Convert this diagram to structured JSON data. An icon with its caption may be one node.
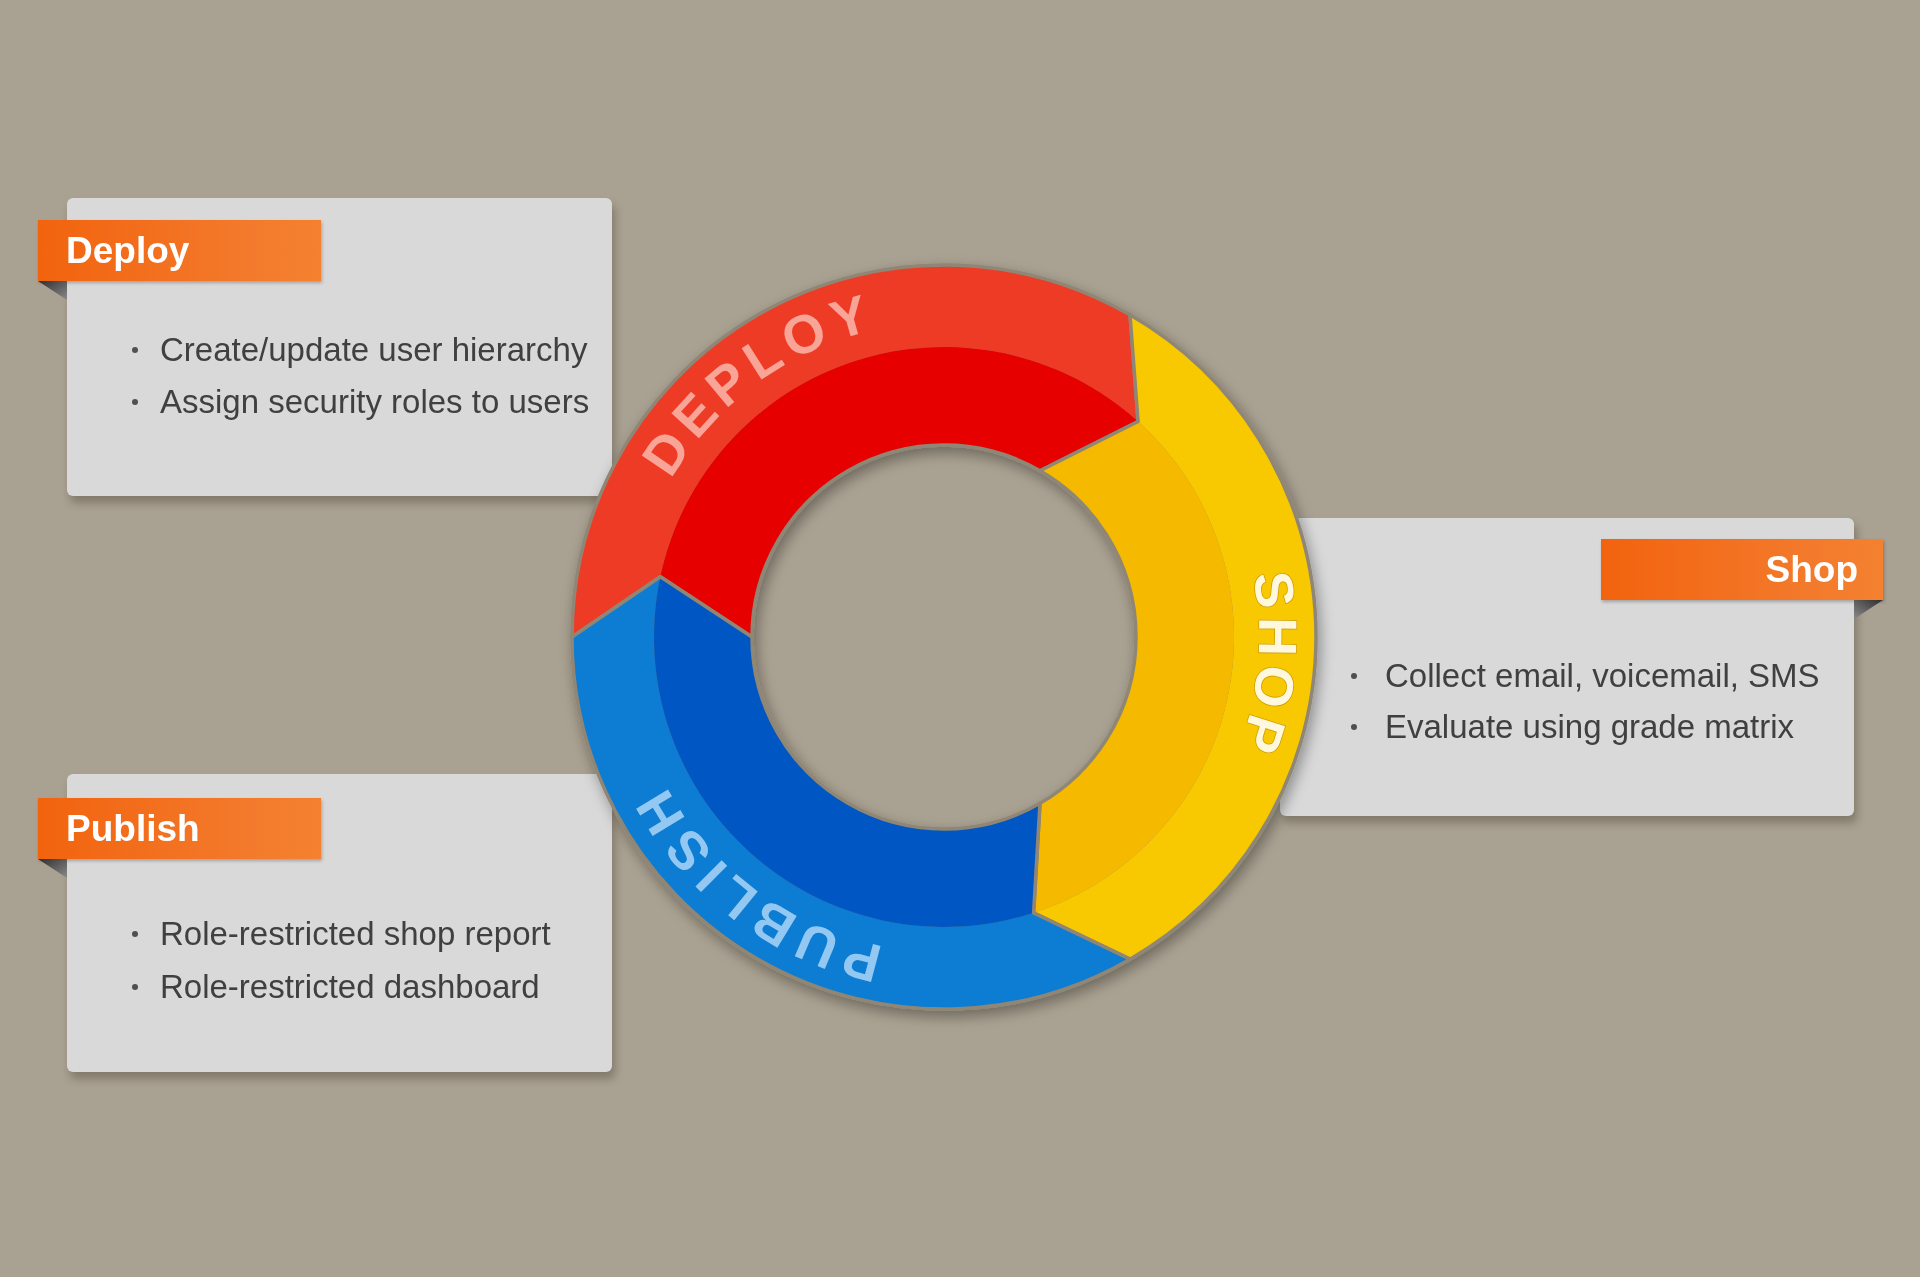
{
  "diagram": {
    "nodes": [
      {
        "text": [
          "Deploy",
          "Create/update user hierarchy",
          "Assign security roles to users"
        ]
      },
      {
        "text": [
          "Shop",
          "Collect email, voicemail, SMS",
          "Evaluate using grade matrix"
        ]
      },
      {
        "text": [
          "Publish",
          "Role-restricted shop report",
          "Role-restricted dashboard"
        ]
      },
      {
        "text": [
          "DEPLOY"
        ]
      },
      {
        "text": [
          "SHOP"
        ]
      },
      {
        "text": [
          "PUBLISH"
        ]
      }
    ]
  }
}
